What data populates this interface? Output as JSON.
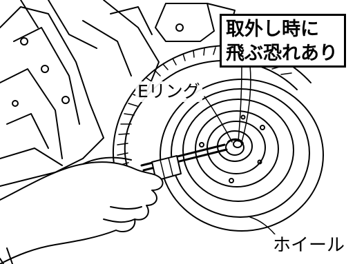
{
  "labels": {
    "e_ring": "Eリング",
    "wheel": "ホイール"
  },
  "warning": {
    "line1": "取外し時に",
    "line2": "飛ぶ恐れあり"
  },
  "colors": {
    "line": "#000000",
    "background": "#ffffff",
    "warning_border": "#000000"
  }
}
